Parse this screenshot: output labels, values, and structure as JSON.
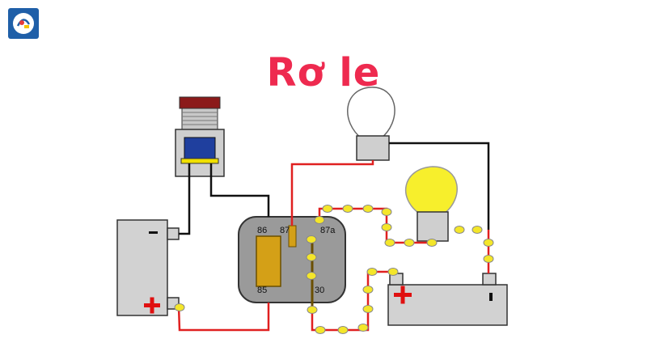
{
  "title": "Rơ le",
  "relay": {
    "pins": [
      "86",
      "87",
      "87a",
      "85",
      "30"
    ]
  },
  "colors": {
    "title": "#ee2a4f",
    "wire_red": "#e02020",
    "wire_black": "#111111",
    "wire_yellow": "#f4e62a",
    "relay_body": "#9a9a9a",
    "coil": "#d4a017",
    "lamp_on": "#f7ef2c"
  },
  "icons": {
    "logo": "brand-logo-icon",
    "switch": "push-button-switch-icon",
    "lamp_off": "bulb-off-icon",
    "lamp_on": "bulb-on-icon"
  }
}
